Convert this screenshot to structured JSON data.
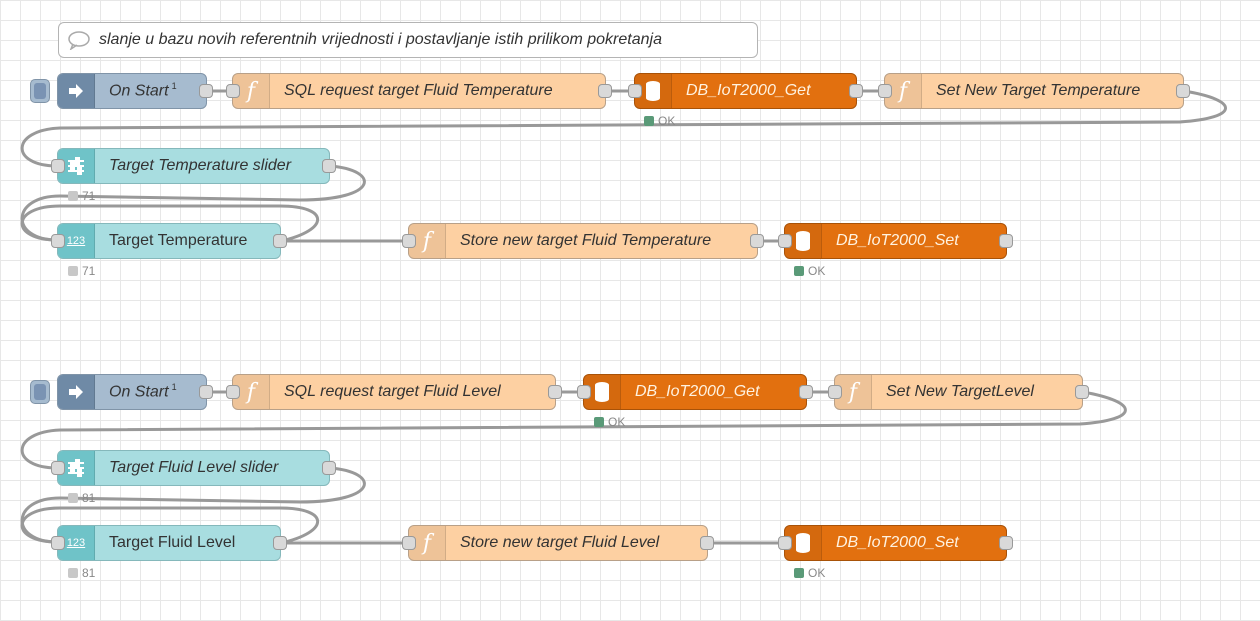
{
  "comment": {
    "text": "slanje u bazu novih referentnih vrijednosti i postavljanje istih prilikom pokretanja",
    "icon": "comment-icon"
  },
  "flow1": {
    "inject_label": "On Start",
    "inject_sup": "1",
    "fn1_label": "SQL request target Fluid Temperature",
    "db_get_label": "DB_IoT2000_Get",
    "db_get_status": "OK",
    "fn2_label": "Set New Target Temperature",
    "slider_label": "Target Temperature slider",
    "slider_status": "71",
    "numeric_label": "Target Temperature",
    "numeric_status": "71",
    "fn3_label": "Store new target Fluid Temperature",
    "db_set_label": "DB_IoT2000_Set",
    "db_set_status": "OK"
  },
  "flow2": {
    "inject_label": "On Start",
    "inject_sup": "1",
    "fn1_label": "SQL request target Fluid Level",
    "db_get_label": "DB_IoT2000_Get",
    "db_get_status": "OK",
    "fn2_label": "Set New TargetLevel",
    "slider_label": "Target Fluid Level slider",
    "slider_status": "81",
    "numeric_label": "Target Fluid Level",
    "numeric_status": "81",
    "fn3_label": "Store new target Fluid Level",
    "db_set_label": "DB_IoT2000_Set",
    "db_set_status": "OK"
  },
  "colors": {
    "function": "#fdd0a2",
    "database": "#e2700f",
    "inject": "#a6bbcf",
    "dashboard": "#a8dde0",
    "status_ok": "#5a9a78",
    "status_idle": "#c8c8c8",
    "wire": "#999999"
  }
}
